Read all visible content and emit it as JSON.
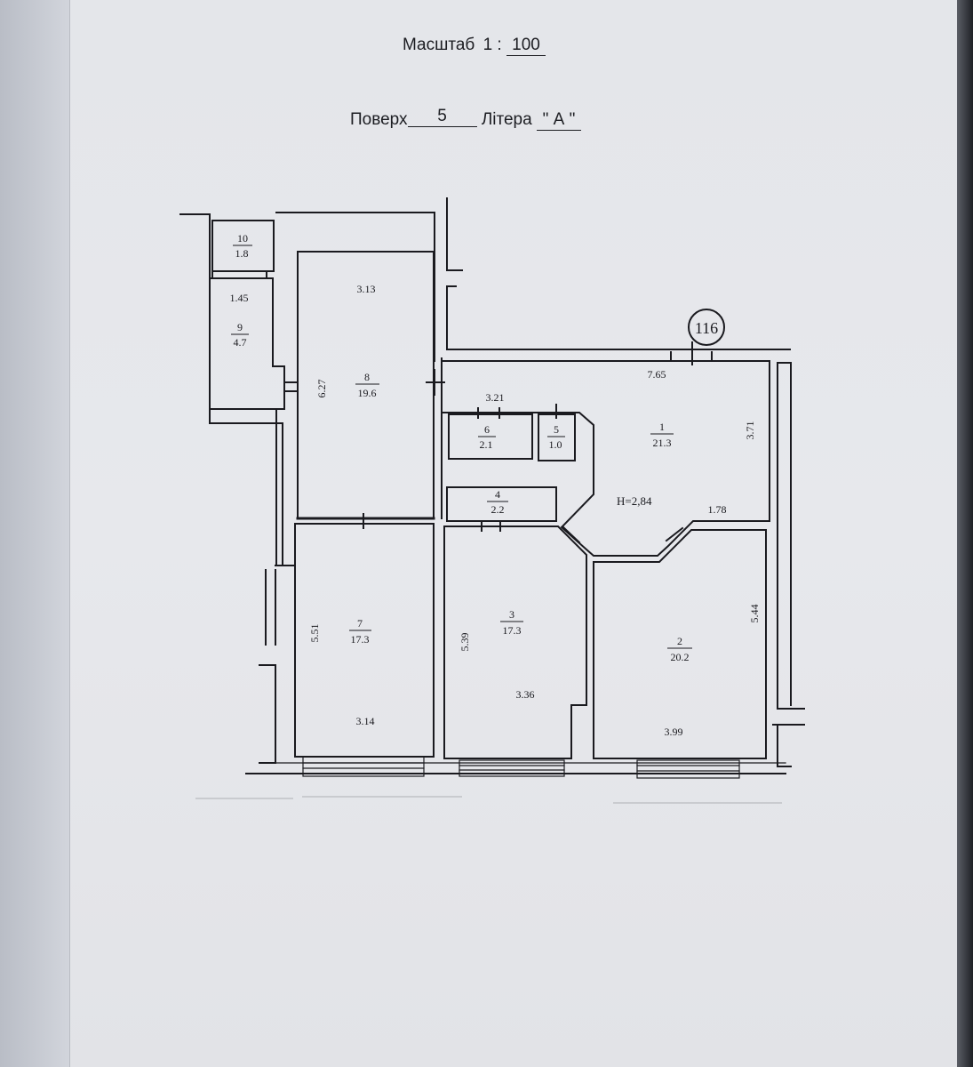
{
  "header": {
    "scale_label": "Масштаб",
    "scale_prefix": "1 :",
    "scale_value": "100",
    "floor_label": "Поверх",
    "floor_value": "5",
    "letter_label": "Літера",
    "letter_value": "\" А \""
  },
  "plan": {
    "building_number": "116",
    "height_label": "H=2,84",
    "rooms": [
      {
        "num": "1",
        "area": "21.3"
      },
      {
        "num": "2",
        "area": "20.2"
      },
      {
        "num": "3",
        "area": "17.3"
      },
      {
        "num": "4",
        "area": "2.2"
      },
      {
        "num": "5",
        "area": "1.0"
      },
      {
        "num": "6",
        "area": "2.1"
      },
      {
        "num": "7",
        "area": "17.3"
      },
      {
        "num": "8",
        "area": "19.6"
      },
      {
        "num": "9",
        "area": "4.7"
      },
      {
        "num": "10",
        "area": "1.8"
      }
    ],
    "dimensions": {
      "r1_width": "7.65",
      "r1_height": "3.71",
      "r1_step": "1.78",
      "r2_width": "3.99",
      "r2_height": "5.44",
      "r3_width": "3.36",
      "r3_height": "5.39",
      "r6_width": "3.21",
      "r7_width": "3.14",
      "r7_height": "5.51",
      "r8_width": "3.13",
      "r8_height": "6.27",
      "r9_width": "1.45"
    }
  }
}
